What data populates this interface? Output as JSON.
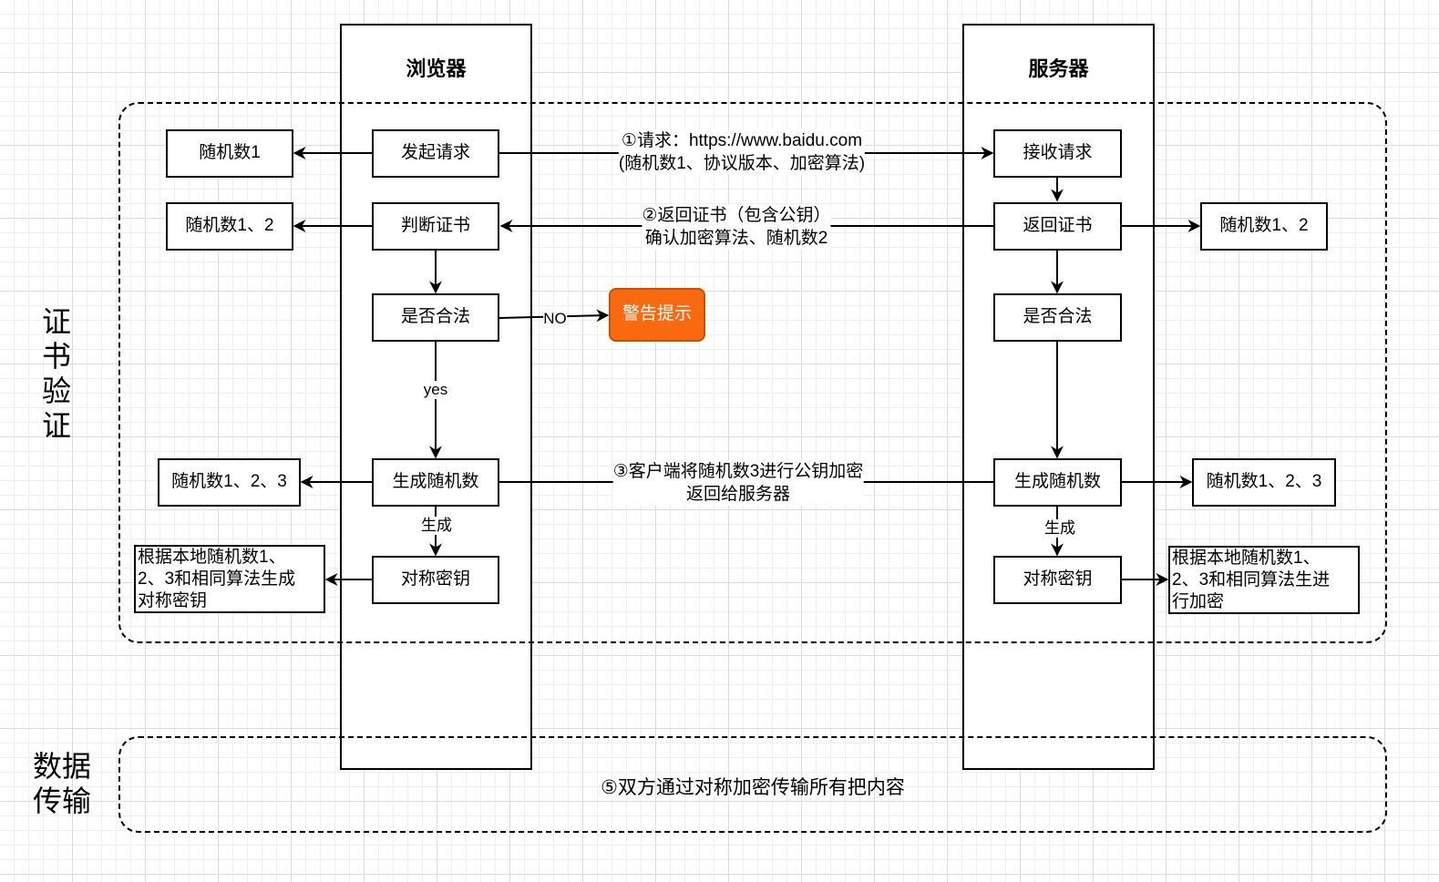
{
  "lanes": {
    "browser": {
      "title": "浏览器"
    },
    "server": {
      "title": "服务器"
    }
  },
  "side_labels": {
    "cert_verify": "证\n书\n验\n证",
    "data_transfer": "数据\n传输"
  },
  "browser_nodes": {
    "initiate": "发起请求",
    "judge_cert": "判断证书",
    "is_valid": "是否合法",
    "gen_random": "生成随机数",
    "sym_key": "对称密钥"
  },
  "server_nodes": {
    "receive": "接收请求",
    "return_cert": "返回证书",
    "is_valid": "是否合法",
    "gen_random": "生成随机数",
    "sym_key": "对称密钥"
  },
  "outer_nodes": {
    "random_1": "随机数1",
    "random_12_left": "随机数1、2",
    "random_123_left": "随机数1、2、3",
    "gen_key_note": "根据本地随机数1、\n2、3和相同算法生成\n对称密钥",
    "random_12_right": "随机数1、2",
    "random_123_right": "随机数1、2、3",
    "encrypt_note": "根据本地随机数1、\n2、3和相同算法生进\n行加密",
    "warning": "警告提示"
  },
  "edge_labels": {
    "request": "①请求：https://www.baidu.com\n(随机数1、协议版本、加密算法)",
    "return_cert": "②返回证书（包含公钥）\n确认加密算法、随机数2",
    "client_encrypt": "③客户端将随机数3进行公钥加密\n返回给服务器",
    "no": "NO",
    "yes": "yes",
    "generate_left": "生成",
    "generate_right": "生成"
  },
  "data_transfer_text": "⑤双方通过对称加密传输所有把内容",
  "colors": {
    "warning_fill": "#f96a10",
    "warning_stroke": "#c45000",
    "line": "#000000"
  }
}
